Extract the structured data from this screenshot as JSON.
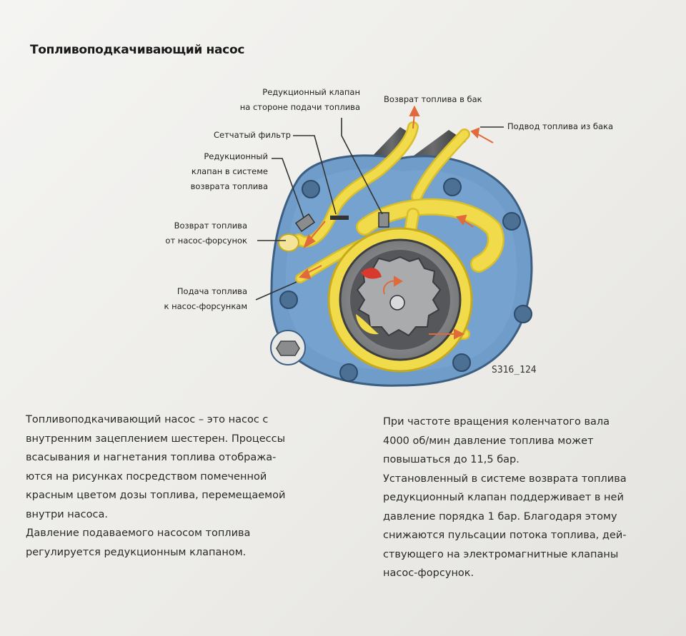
{
  "title": "Топливоподкачивающий насос",
  "figure_id": "S316_124",
  "labels": {
    "pressure_valve_supply": [
      "Редукционный клапан",
      "на стороне подачи топлива"
    ],
    "fuel_return_tank": "Возврат топлива в бак",
    "fuel_supply_tank": "Подвод топлива из бака",
    "mesh_filter": "Сетчатый фильтр",
    "pressure_valve_return": [
      "Редукционный",
      "клапан в системе",
      "возврата топлива"
    ],
    "return_from_injectors": [
      "Возврат топлива",
      "от насос-форсунок"
    ],
    "supply_to_injectors": [
      "Подача топлива",
      "к насос-форсункам"
    ]
  },
  "text": {
    "left": [
      [
        "Топливоподкачивающий насос – это насос с",
        "внутренним зацеплением шестерен. Процессы",
        "всасывания и нагнетания топлива отобража-",
        "ются на рисунках посредством помеченной",
        "красным цветом дозы топлива, перемещаемой",
        "внутри насоса."
      ],
      [
        "Давление подаваемого насосом топлива",
        "регулируется редукционным клапаном."
      ]
    ],
    "right": [
      [
        "При частоте вращения коленчатого вала",
        "4000 об/мин давление топлива может",
        "повышаться до 11,5 бар."
      ],
      [
        "Установленный в системе возврата топлива",
        "редукционный клапан поддерживает в ней",
        "давление порядка 1 бар. Благодаря этому",
        "снижаются пульсации потока топлива, дей-",
        "ствующего на электромагнитные клапаны",
        "насос-форсунок."
      ]
    ]
  },
  "colors": {
    "housing_blue": "#6f9cc8",
    "fuel_yellow": "#f1db4a",
    "gear_grey": "#8a8c8e",
    "red_dose": "#d9382c",
    "flow_arrow": "#e06a3c"
  }
}
